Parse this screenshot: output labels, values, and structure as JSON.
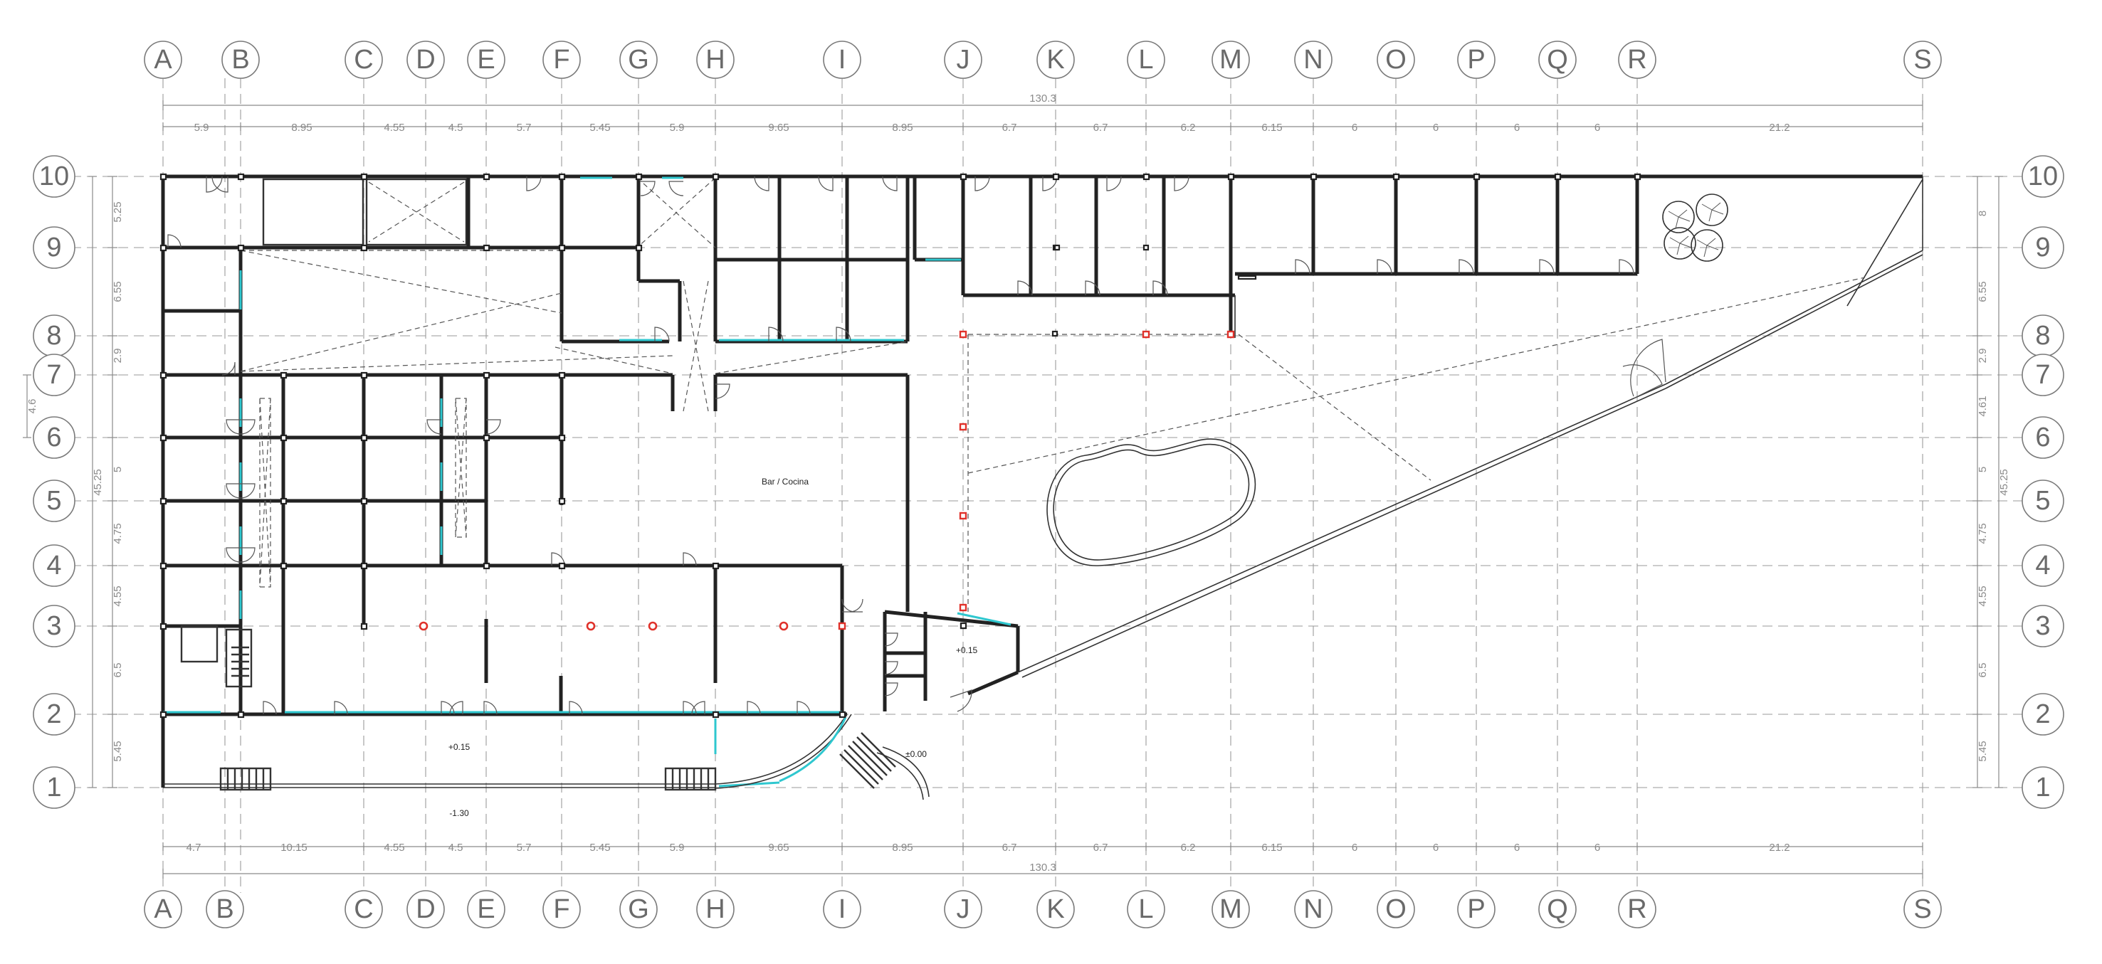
{
  "grid": {
    "columns": [
      "A",
      "B",
      "C",
      "D",
      "E",
      "F",
      "G",
      "H",
      "I",
      "J",
      "K",
      "L",
      "M",
      "N",
      "O",
      "P",
      "Q",
      "R",
      "S"
    ],
    "rows": [
      "10",
      "9",
      "8",
      "7",
      "6",
      "5",
      "4",
      "3",
      "2",
      "1"
    ]
  },
  "dimensions": {
    "top_total": "130.3",
    "top_spans": [
      "5.9",
      "8.95",
      "4.55",
      "4.5",
      "5.7",
      "5.45",
      "5.9",
      "9.65",
      "8.95",
      "6.7",
      "6.7",
      "6.2",
      "6.15",
      "6",
      "6",
      "6",
      "6",
      "21.2"
    ],
    "bottom_total": "130.3",
    "bottom_spans": [
      "4.7",
      "10.15",
      "4.55",
      "4.5",
      "5.7",
      "5.45",
      "5.9",
      "9.65",
      "8.95",
      "6.7",
      "6.7",
      "6.2",
      "6.15",
      "6",
      "6",
      "6",
      "6",
      "21.2"
    ],
    "left_total": "45.25",
    "left_sub": "4.6",
    "left_spans": [
      "5.25",
      "6.55",
      "2.9",
      "5",
      "4.75",
      "4.55",
      "6.5",
      "5.45"
    ],
    "right_total": "45.25",
    "right_spans": [
      "8",
      "6.55",
      "2.9",
      "4.61",
      "5",
      "4.75",
      "4.55",
      "6.5",
      "5.45"
    ]
  },
  "labels": {
    "bar": "Bar / Cocina",
    "level_terrace": "+0.15",
    "level_lobby": "+0.15",
    "level_entry": "±0.00",
    "level_lower": "-1.30"
  }
}
